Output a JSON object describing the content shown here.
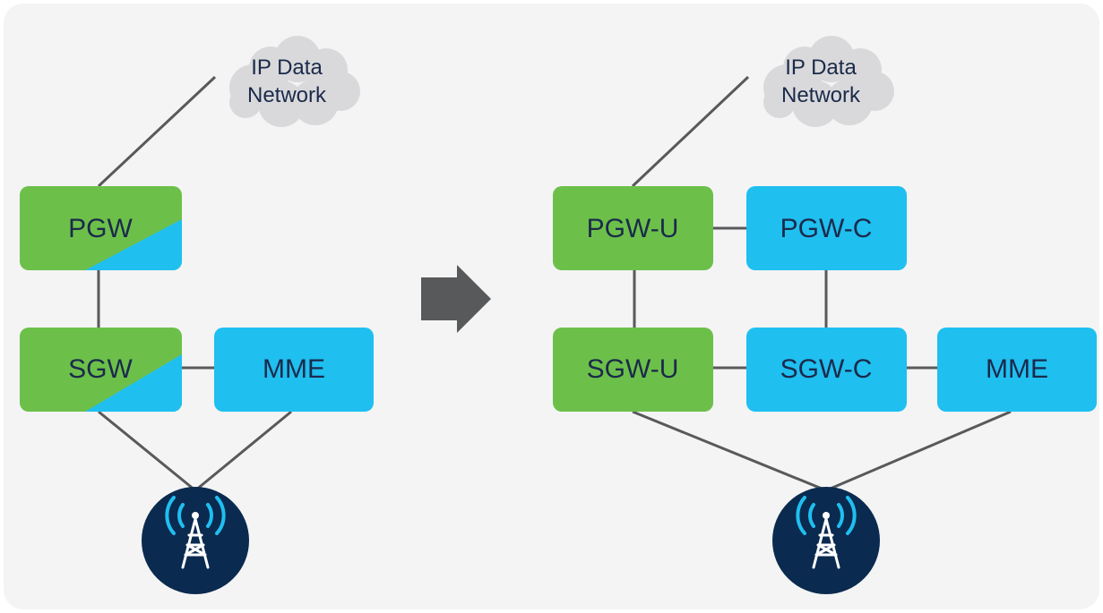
{
  "left": {
    "cloud_line1": "IP Data",
    "cloud_line2": "Network",
    "pgw": "PGW",
    "sgw": "SGW",
    "mme": "MME"
  },
  "right": {
    "cloud_line1": "IP Data",
    "cloud_line2": "Network",
    "pgw_u": "PGW-U",
    "pgw_c": "PGW-C",
    "sgw_u": "SGW-U",
    "sgw_c": "SGW-C",
    "mme": "MME"
  },
  "colors": {
    "user_plane": "#6cc04a",
    "control_plane": "#1fbff0",
    "cloud": "#d9d9db",
    "line": "#58595b",
    "tower_bg": "#0b2a4f",
    "background": "#f4f4f4",
    "arrow": "#58595b"
  },
  "icons": [
    "cloud-icon",
    "cell-tower-icon",
    "arrow-right-icon"
  ]
}
